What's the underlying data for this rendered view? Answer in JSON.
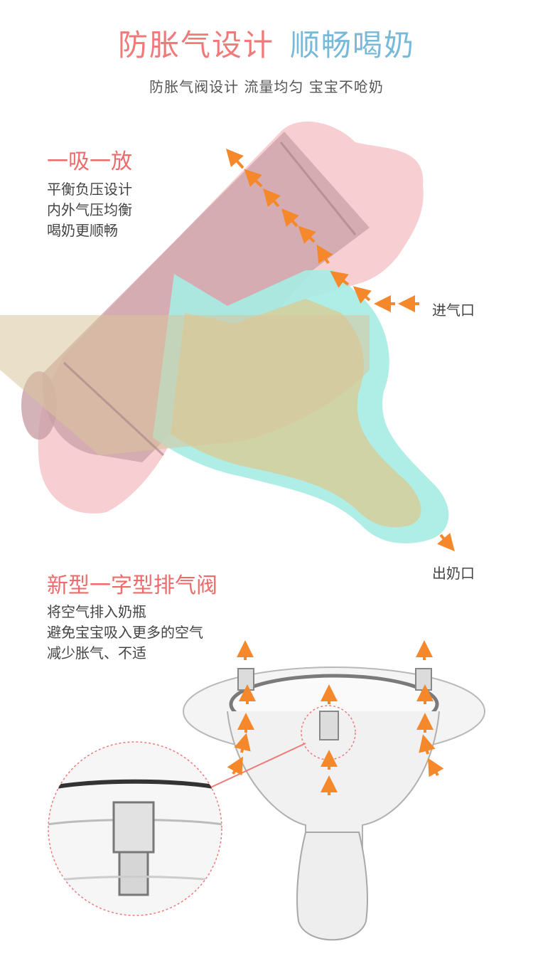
{
  "header": {
    "title_part1": "防胀气设计",
    "title_part2": "顺畅喝奶",
    "subtitle": "防胀气阀设计  流量均匀  宝宝不呛奶"
  },
  "section1": {
    "heading": "一吸一放",
    "lines": [
      "平衡负压设计",
      "内外气压均衡",
      "喝奶更顺畅"
    ]
  },
  "labels": {
    "air_inlet": "进气口",
    "milk_outlet": "出奶口"
  },
  "section2": {
    "heading": "新型一字型排气阀",
    "lines": [
      "将空气排入奶瓶",
      "避免宝宝吸入更多的空气",
      "减少胀气、不适"
    ]
  },
  "colors": {
    "accent_red": "#ee6b6b",
    "accent_blue": "#76b9d8",
    "arrow_orange": "#f5882a",
    "collar_pink": "#f6c9cc",
    "screw_mauve": "#c9a0a6",
    "nipple_cyan": "#a6ece4",
    "milk_beige": "#d8c49a"
  }
}
